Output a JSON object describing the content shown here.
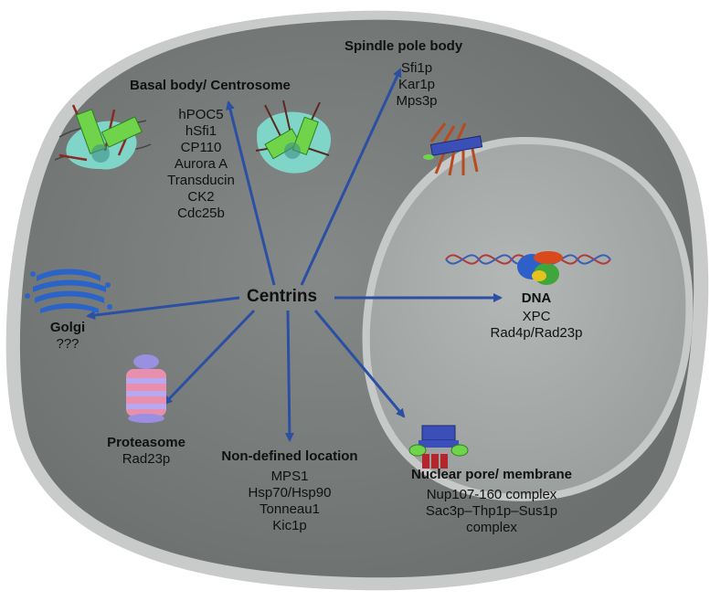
{
  "center": {
    "label": "Centrins"
  },
  "groups": {
    "basal_body": {
      "title": "Basal body/ Centrosome",
      "items": [
        "hPOC5",
        "hSfi1",
        "CP110",
        "Aurora A",
        "Transducin",
        "CK2",
        "Cdc25b"
      ]
    },
    "spindle_pole_body": {
      "title": "Spindle pole body",
      "items": [
        "Sfi1p",
        "Kar1p",
        "Mps3p"
      ]
    },
    "golgi": {
      "title": "Golgi",
      "items": [
        "???"
      ]
    },
    "dna": {
      "title": "DNA",
      "items": [
        "XPC",
        "Rad4p/Rad23p"
      ]
    },
    "proteasome": {
      "title": "Proteasome",
      "items": [
        "Rad23p"
      ]
    },
    "non_defined": {
      "title": "Non-defined location",
      "items": [
        "MPS1",
        "Hsp70/Hsp90",
        "Tonneau1",
        "Kic1p"
      ]
    },
    "nuclear_pore": {
      "title": "Nuclear pore/ membrane",
      "items": [
        "Nup107-160 complex",
        "Sac3p–Thp1p–Sus1p",
        "complex"
      ]
    }
  },
  "colors": {
    "cell": "#777b7a",
    "cell_rim": "#c9cbca",
    "nucleus": "#a6aaa9",
    "arrow": "#2b4fa3"
  }
}
